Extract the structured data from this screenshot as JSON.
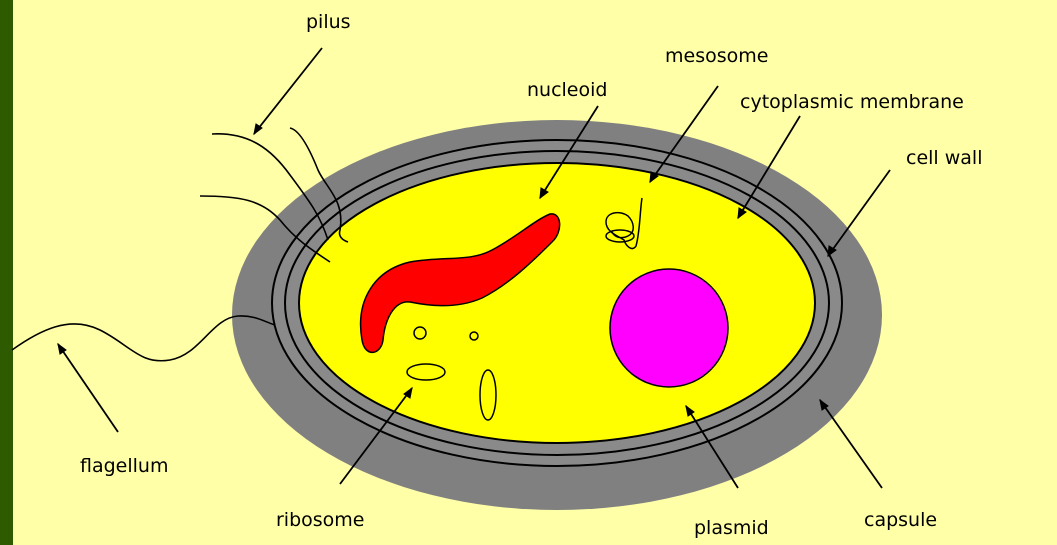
{
  "diagram": {
    "labels": {
      "pilus": "pilus",
      "mesosome": "mesosome",
      "nucleoid": "nucleoid",
      "cytoplasmic_membrane": "cytoplasmic membrane",
      "cell_wall": "cell wall",
      "flagellum": "flagellum",
      "ribosome": "ribosome",
      "plasmid": "plasmid",
      "capsule": "capsule"
    },
    "colors": {
      "frame": "#2e5a00",
      "background": "#ffffa8",
      "capsule": "#808080",
      "cell_wall": "#a0a0a0",
      "cytoplasm": "#ffff00",
      "nucleoid": "#ff0000",
      "plasmid": "#ff00ff"
    }
  }
}
